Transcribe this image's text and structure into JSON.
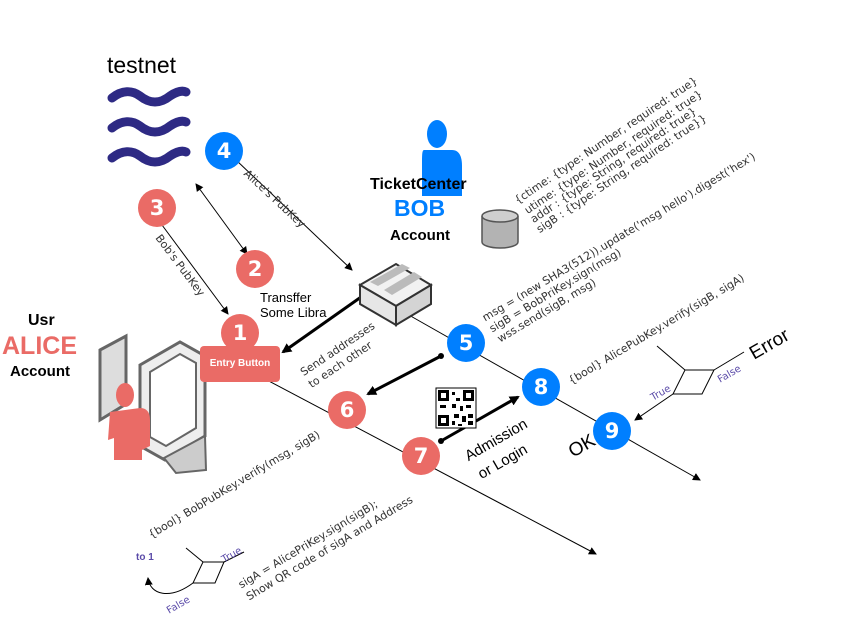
{
  "network": {
    "label": "testnet"
  },
  "steps": {
    "s1": "1",
    "s2": "2",
    "s3": "3",
    "s4": "4",
    "s5": "5",
    "s6": "6",
    "s7": "7",
    "s8": "8",
    "s9": "9"
  },
  "alice": {
    "line1": "Usr",
    "line2": "ALICE",
    "line3": "Account"
  },
  "bob": {
    "line1": "TicketCenter",
    "line2": "BOB",
    "line3": "Account"
  },
  "entry_button": "Entry Button",
  "labels": {
    "alice_pubkey": "Alice's  PubKey",
    "bob_pubkey": "Bob's  PubKey",
    "transfer_line1": "Transffer",
    "transfer_line2": "Some Libra",
    "send_addr_line1": "Send addresses",
    "send_addr_line2": "to each other",
    "admission_line1": "Admission",
    "admission_line2": "or Login",
    "ok": "OK",
    "error": "Error",
    "true1": "True",
    "false1": "False",
    "true2": "True",
    "false2": "False",
    "to1": "to 1"
  },
  "schema": {
    "line1": "{ctime: {type: Number, required: true}",
    "line2": "utime: {type: Number, required: true}",
    "line3": "addr : {type: String, required: true}",
    "line4": "sigB : {type: String, required: true}}"
  },
  "bob_code": {
    "line1": "msg = (new SHA3(512)).update('msg hello').digest('hex')",
    "line2": "sigB = BobPriKey.sign(msg)",
    "line3": "wss.send(sigB, msg)"
  },
  "verify_alice": "{bool} AlicePubKey.verify(sigB, sigA)",
  "verify_bob": "{bool} BobPubKey.verify(msg, sigB)",
  "alice_code": {
    "line1": "sigA = AlicePriKey.sign(sigB);",
    "line2": "Show QR code of sigA and Address"
  },
  "colors": {
    "red": "#ea6b66",
    "blue": "#007fff",
    "navy": "#2e2a84",
    "gray": "#999999"
  }
}
